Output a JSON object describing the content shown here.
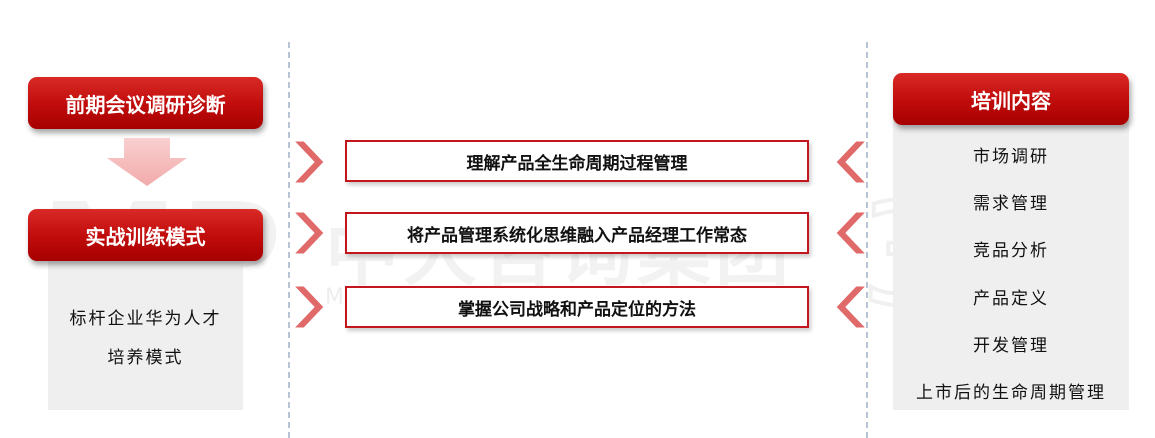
{
  "left": {
    "stage1_label": "前期会议调研诊断",
    "stage2_label": "实战训练模式",
    "mode_line1": "标杆企业华为人才",
    "mode_line2": "培养模式"
  },
  "middle": {
    "items": [
      "理解产品全生命周期过程管理",
      "将产品管理系统化思维融入产品经理工作常态",
      "掌握公司战略和产品定位的方法"
    ]
  },
  "right": {
    "header_label": "培训内容",
    "items": [
      "市场调研",
      "需求管理",
      "竞品分析",
      "产品定义",
      "开发管理",
      "上市后的生命周期管理"
    ]
  },
  "watermark": {
    "cn": "中大咨询集团",
    "en": "MANAGEMENT PARTNERS GROUP"
  },
  "colors": {
    "accent_red": "#c4161c",
    "arrow_pink": "#f4b8b8",
    "panel_gray": "#efefef"
  }
}
